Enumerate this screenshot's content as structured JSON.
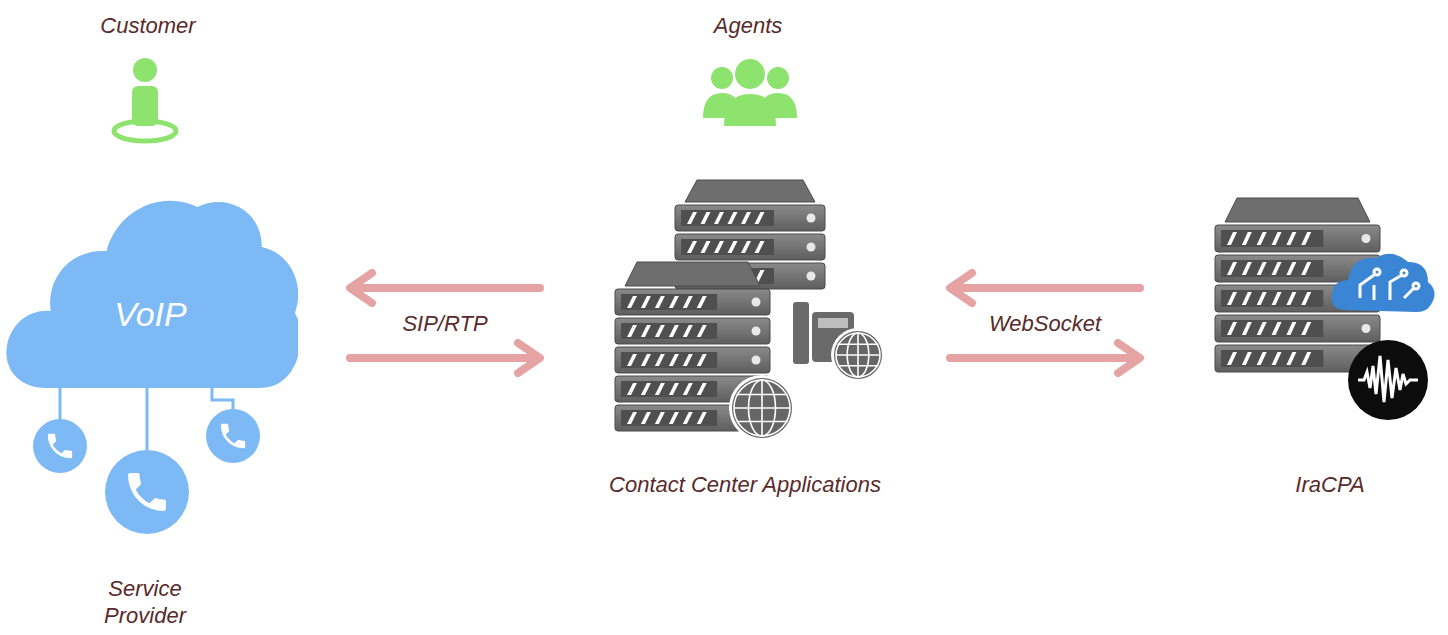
{
  "diagram": {
    "nodes": [
      {
        "text": [
          "VoIP"
        ]
      },
      {
        "text": [
          "Contact Center Applications"
        ]
      },
      {
        "text": [
          "IraCPA"
        ]
      }
    ],
    "edges": [
      {
        "from": 1,
        "to": 0,
        "arrow": "to",
        "label": "SIP/RTP"
      },
      {
        "from": 0,
        "to": 1,
        "arrow": "to"
      },
      {
        "from": 2,
        "to": 1,
        "arrow": "to",
        "label": "WebSocket"
      },
      {
        "from": 1,
        "to": 2,
        "arrow": "to"
      }
    ],
    "labels": [
      "Customer",
      "Agents",
      "Service Provider"
    ]
  }
}
